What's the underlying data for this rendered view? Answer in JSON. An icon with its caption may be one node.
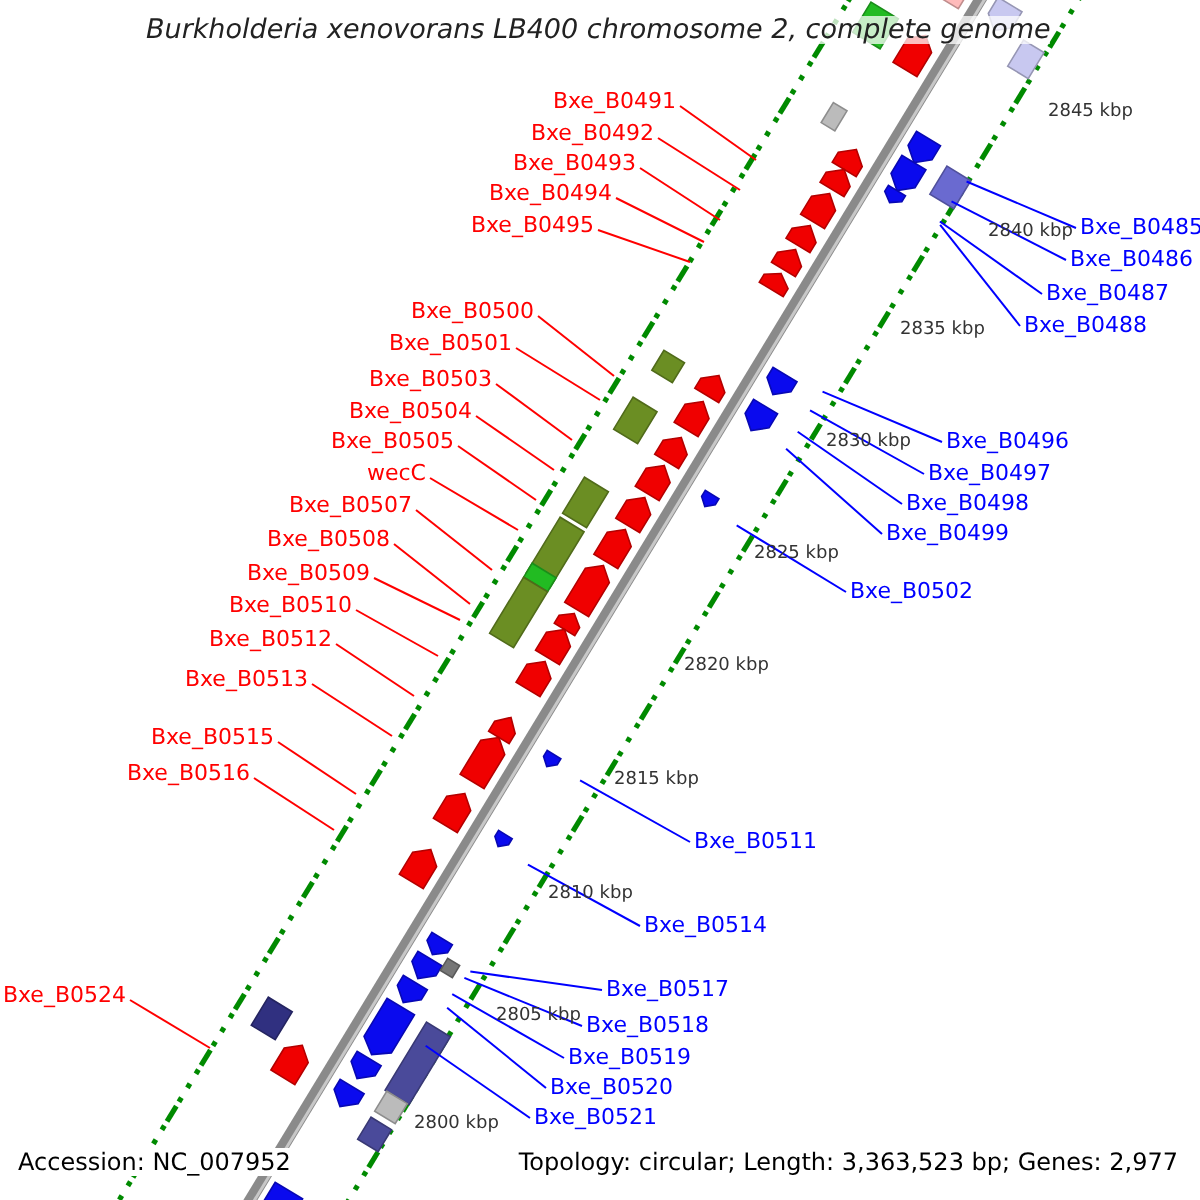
{
  "diagram": {
    "title": "Burkholderia xenovorans LB400 chromosome 2, complete genome",
    "nodes": [
      {
        "text": [
          "Bxe_B0491"
        ]
      },
      {
        "text": [
          "Bxe_B0492"
        ]
      },
      {
        "text": [
          "Bxe_B0493"
        ]
      },
      {
        "text": [
          "Bxe_B0494"
        ]
      },
      {
        "text": [
          "Bxe_B0495"
        ]
      },
      {
        "text": [
          "Bxe_B0485"
        ]
      },
      {
        "text": [
          "Bxe_B0486"
        ]
      },
      {
        "text": [
          "Bxe_B0487"
        ]
      },
      {
        "text": [
          "Bxe_B0500"
        ]
      },
      {
        "text": [
          "Bxe_B0488"
        ]
      },
      {
        "text": [
          "Bxe_B0501"
        ]
      },
      {
        "text": [
          "Bxe_B0503"
        ]
      },
      {
        "text": [
          "Bxe_B0504"
        ]
      },
      {
        "text": [
          "Bxe_B0505"
        ]
      },
      {
        "text": [
          "Bxe_B0496"
        ]
      },
      {
        "text": [
          "wecC"
        ]
      },
      {
        "text": [
          "Bxe_B0497"
        ]
      },
      {
        "text": [
          "Bxe_B0498"
        ]
      },
      {
        "text": [
          "Bxe_B0507"
        ]
      },
      {
        "text": [
          "Bxe_B0499"
        ]
      },
      {
        "text": [
          "Bxe_B0508"
        ]
      },
      {
        "text": [
          "Bxe_B0509"
        ]
      },
      {
        "text": [
          "Bxe_B0502"
        ]
      },
      {
        "text": [
          "Bxe_B0510"
        ]
      },
      {
        "text": [
          "Bxe_B0512"
        ]
      },
      {
        "text": [
          "Bxe_B0513"
        ]
      },
      {
        "text": [
          "Bxe_B0515"
        ]
      },
      {
        "text": [
          "Bxe_B0516"
        ]
      },
      {
        "text": [
          "Bxe_B0511"
        ]
      },
      {
        "text": [
          "Bxe_B0514"
        ]
      },
      {
        "text": [
          "Bxe_B0517"
        ]
      },
      {
        "text": [
          "Bxe_B0524"
        ]
      },
      {
        "text": [
          "Bxe_B0518"
        ]
      },
      {
        "text": [
          "Bxe_B0519"
        ]
      },
      {
        "text": [
          "Bxe_B0520"
        ]
      },
      {
        "text": [
          "Bxe_B0521"
        ]
      }
    ],
    "edges": [
      {
        "from": 0,
        "to": null,
        "arrow": "none"
      },
      {
        "from": 1,
        "to": null,
        "arrow": "none"
      },
      {
        "from": 2,
        "to": null,
        "arrow": "none"
      },
      {
        "from": 3,
        "to": null,
        "arrow": "none"
      },
      {
        "from": 4,
        "to": null,
        "arrow": "none"
      },
      {
        "from": 5,
        "to": null,
        "arrow": "none",
        "color": "#0000ff"
      },
      {
        "from": 6,
        "to": null,
        "arrow": "none",
        "color": "#0000ff"
      },
      {
        "from": 7,
        "to": null,
        "arrow": "none",
        "color": "#0000ff"
      },
      {
        "from": 8,
        "to": null,
        "arrow": "none"
      },
      {
        "from": 9,
        "to": null,
        "arrow": "none",
        "color": "#0000ff"
      },
      {
        "from": 10,
        "to": null,
        "arrow": "none"
      },
      {
        "from": 11,
        "to": null,
        "arrow": "none"
      },
      {
        "from": 12,
        "to": null,
        "arrow": "none"
      },
      {
        "from": 13,
        "to": null,
        "arrow": "none"
      },
      {
        "from": 14,
        "to": null,
        "arrow": "none",
        "color": "#0000ff"
      },
      {
        "from": 15,
        "to": null,
        "arrow": "none"
      },
      {
        "from": 16,
        "to": null,
        "arrow": "none",
        "color": "#0000ff"
      },
      {
        "from": 17,
        "to": null,
        "arrow": "none",
        "color": "#0000ff"
      },
      {
        "from": 18,
        "to": null,
        "arrow": "none"
      },
      {
        "from": 19,
        "to": null,
        "arrow": "none",
        "color": "#0000ff"
      },
      {
        "from": 20,
        "to": null,
        "arrow": "none"
      },
      {
        "from": 21,
        "to": null,
        "arrow": "none"
      },
      {
        "from": 22,
        "to": null,
        "arrow": "none",
        "color": "#0000ff"
      },
      {
        "from": 23,
        "to": null,
        "arrow": "none"
      },
      {
        "from": 24,
        "to": null,
        "arrow": "none"
      },
      {
        "from": 25,
        "to": null,
        "arrow": "none"
      },
      {
        "from": 26,
        "to": null,
        "arrow": "none"
      },
      {
        "from": 27,
        "to": null,
        "arrow": "none"
      },
      {
        "from": 28,
        "to": null,
        "arrow": "none",
        "color": "#0000ff"
      },
      {
        "from": 29,
        "to": null,
        "arrow": "none",
        "color": "#0000ff"
      },
      {
        "from": 30,
        "to": null,
        "arrow": "none",
        "color": "#0000ff"
      },
      {
        "from": 31,
        "to": null,
        "arrow": "none"
      },
      {
        "from": 32,
        "to": null,
        "arrow": "none",
        "color": "#0000ff"
      },
      {
        "from": 33,
        "to": null,
        "arrow": "none",
        "color": "#0000ff"
      },
      {
        "from": 34,
        "to": null,
        "arrow": "none",
        "color": "#0000ff"
      },
      {
        "from": 35,
        "to": null,
        "arrow": "none",
        "color": "#0000ff"
      }
    ],
    "labels": [
      "2845 kbp",
      "2840 kbp",
      "2835 kbp",
      "2830 kbp",
      "2825 kbp",
      "2820 kbp",
      "2815 kbp",
      "2810 kbp",
      "2805 kbp",
      "2800 kbp",
      "Accession: NC_007952",
      "Topology: circular; Length: 3,363,523 bp; Genes: 2,977"
    ]
  }
}
